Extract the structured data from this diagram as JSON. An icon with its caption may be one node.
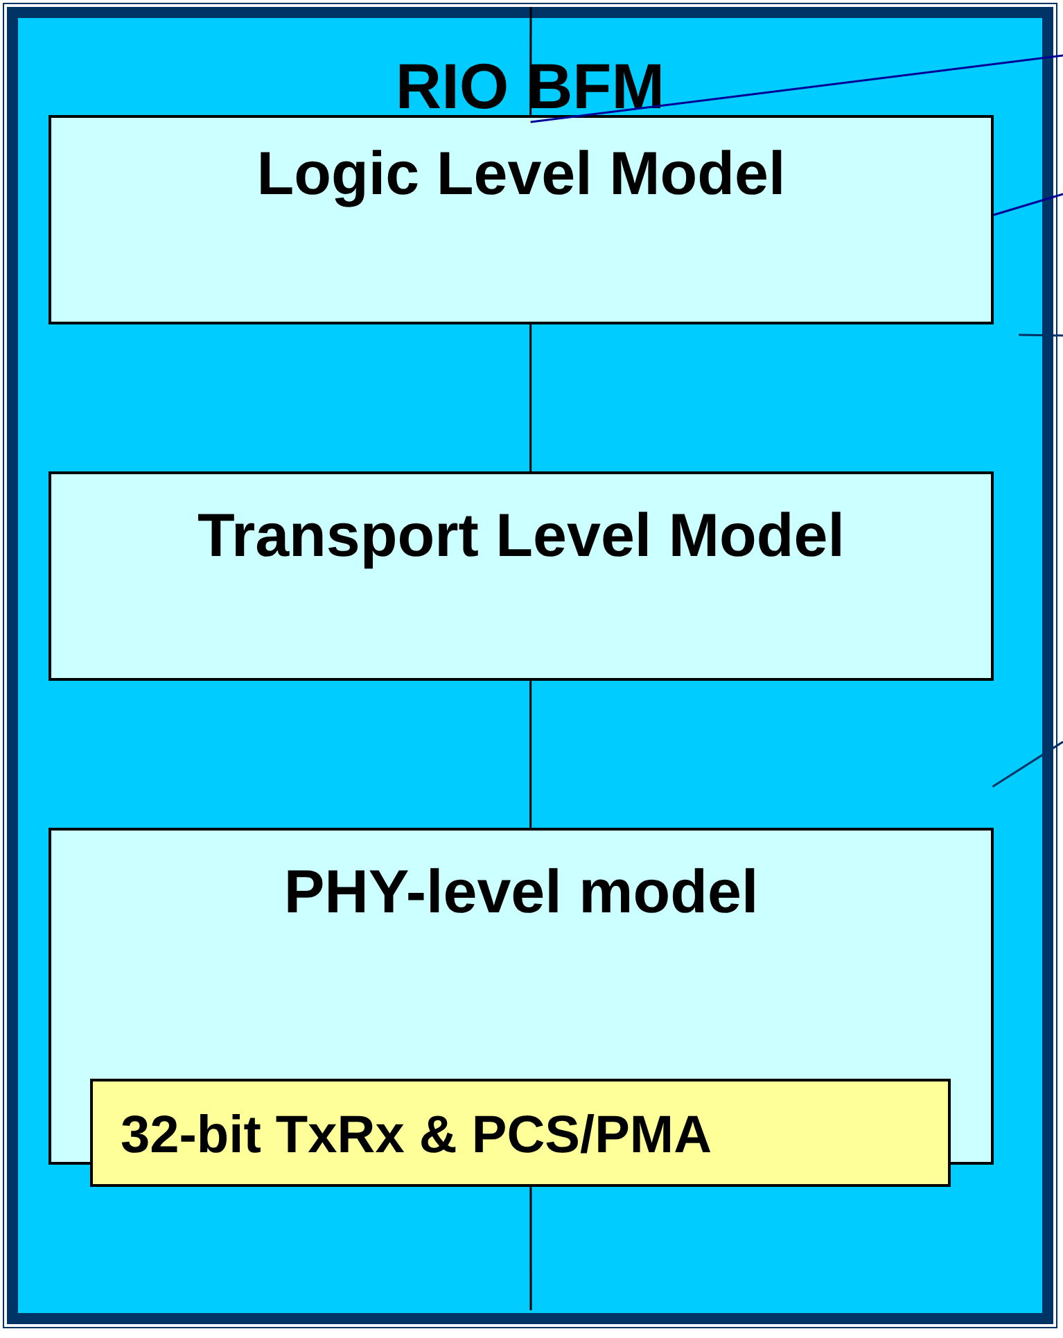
{
  "diagram": {
    "nodes": [
      {
        "text": [
          "RIO BFM"
        ]
      },
      {
        "text": [
          "Logic Level Model"
        ],
        "in": 0
      },
      {
        "text": [
          "Transport Level Model"
        ],
        "in": 0
      },
      {
        "text": [
          "PHY-level model"
        ],
        "in": 0
      },
      {
        "text": [
          "32-bit TxRx & PCS/PMA"
        ],
        "in": 0
      }
    ],
    "edges": [
      {
        "from": null,
        "to": 1,
        "arrow": "none"
      },
      {
        "from": 1,
        "to": 2,
        "arrow": "none"
      },
      {
        "from": 2,
        "to": 3,
        "arrow": "none"
      },
      {
        "from": 4,
        "to": null,
        "arrow": "none"
      },
      {
        "from": null,
        "to": 1,
        "arrow": "none",
        "color": "#000099"
      },
      {
        "from": null,
        "to": 1,
        "arrow": "none",
        "color": "#000099"
      },
      {
        "from": null,
        "to": 0,
        "arrow": "none",
        "color": "#003366"
      },
      {
        "from": null,
        "to": 0,
        "arrow": "none",
        "color": "#003366"
      }
    ]
  }
}
